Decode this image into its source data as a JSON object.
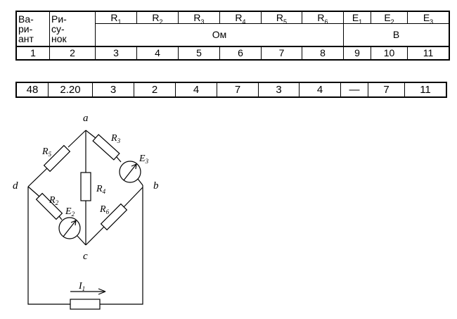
{
  "table": {
    "header": {
      "variant": "Ва-\nри-\nант",
      "variant_lines": [
        "Ва-",
        "ри-",
        "ант"
      ],
      "figure_lines": [
        "Ри-",
        "су-",
        "нок"
      ],
      "columns": [
        {
          "base": "R",
          "sub": "1"
        },
        {
          "base": "R",
          "sub": "2"
        },
        {
          "base": "R",
          "sub": "3"
        },
        {
          "base": "R",
          "sub": "4"
        },
        {
          "base": "R",
          "sub": "5"
        },
        {
          "base": "R",
          "sub": "6"
        },
        {
          "base": "E",
          "sub": "1"
        },
        {
          "base": "E",
          "sub": "2"
        },
        {
          "base": "E",
          "sub": "3"
        }
      ],
      "unit_ohm": "Ом",
      "unit_volt": "В",
      "numbers": [
        "1",
        "2",
        "3",
        "4",
        "5",
        "6",
        "7",
        "8",
        "9",
        "10",
        "11"
      ]
    },
    "values": [
      "48",
      "2.20",
      "3",
      "2",
      "4",
      "7",
      "3",
      "4",
      "—",
      "7",
      "11"
    ]
  },
  "circuit": {
    "nodes": {
      "a": "a",
      "b": "b",
      "c": "c",
      "d": "d"
    },
    "labels": {
      "R1_base": "I",
      "R1_sub": "1",
      "R2": "R",
      "R2_sub": "2",
      "R3": "R",
      "R3_sub": "3",
      "R4": "R",
      "R4_sub": "4",
      "R5": "R",
      "R5_sub": "5",
      "R6": "R",
      "R6_sub": "6",
      "E2": "E",
      "E2_sub": "2",
      "E3": "E",
      "E3_sub": "3"
    }
  }
}
